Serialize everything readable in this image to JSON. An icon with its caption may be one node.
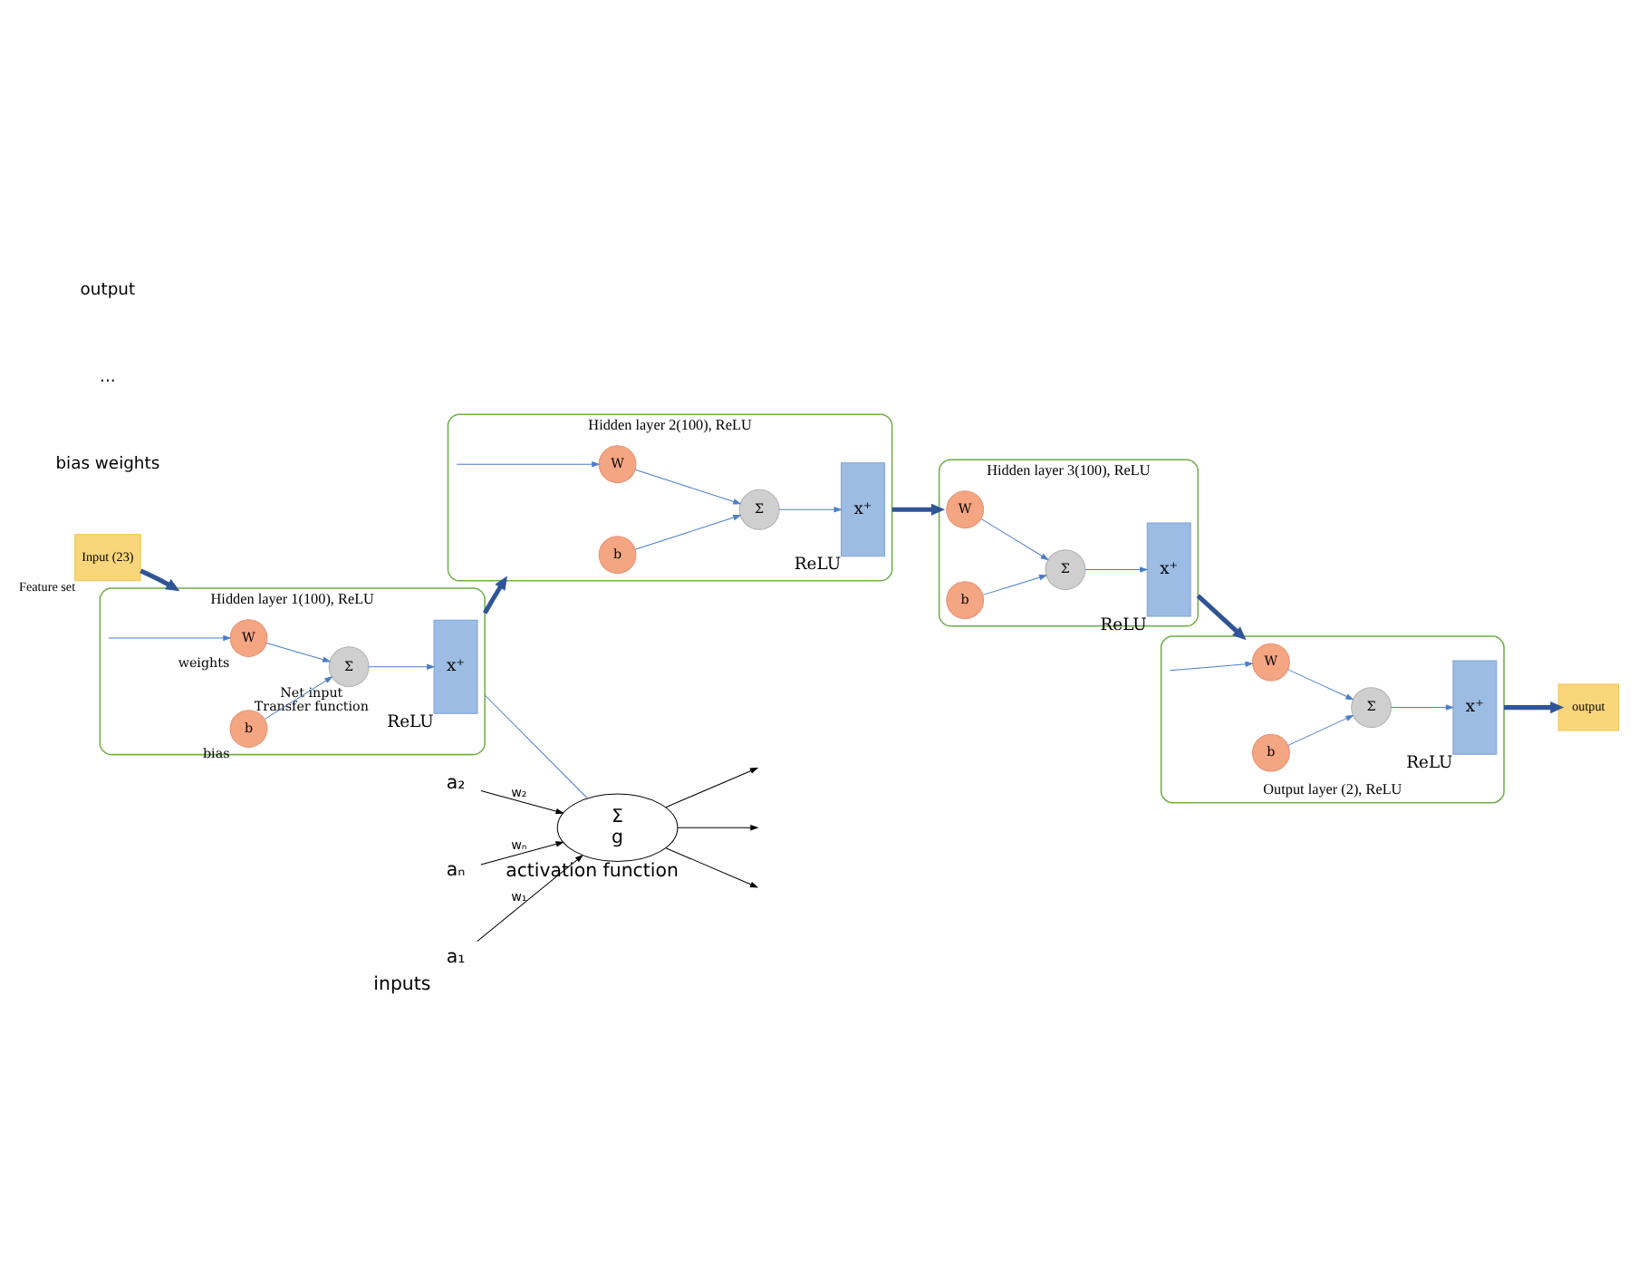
{
  "diagram": {
    "nodes": [
      {
        "text": [
          "Input (23)"
        ],
        "beside": [
          "Feature set"
        ]
      },
      {
        "text": [
          "Hidden layer 1(100), ReLU"
        ]
      },
      {
        "text": [
          "W"
        ],
        "in": 1,
        "beside": [
          "weights"
        ]
      },
      {
        "text": [
          "b"
        ],
        "in": 1,
        "beside": [
          "bias"
        ]
      },
      {
        "text": [
          "Σ"
        ],
        "in": 1,
        "beside": [
          "Net input",
          "Transfer function"
        ]
      },
      {
        "text": [
          "x⁺"
        ],
        "in": 1,
        "beside": [
          "ReLU"
        ]
      },
      {
        "text": [
          "Hidden layer 2(100), ReLU"
        ]
      },
      {
        "text": [
          "W"
        ],
        "in": 6
      },
      {
        "text": [
          "b"
        ],
        "in": 6
      },
      {
        "text": [
          "Σ"
        ],
        "in": 6
      },
      {
        "text": [
          "x⁺"
        ],
        "in": 6,
        "beside": [
          "ReLU"
        ]
      },
      {
        "text": [
          "Hidden layer 3(100), ReLU"
        ]
      },
      {
        "text": [
          "W"
        ],
        "in": 11
      },
      {
        "text": [
          "b"
        ],
        "in": 11
      },
      {
        "text": [
          "Σ"
        ],
        "in": 11
      },
      {
        "text": [
          "x⁺"
        ],
        "in": 11,
        "beside": [
          "ReLU"
        ]
      },
      {
        "text": [
          "Output layer (2), ReLU"
        ]
      },
      {
        "text": [
          "W"
        ],
        "in": 16
      },
      {
        "text": [
          "b"
        ],
        "in": 16
      },
      {
        "text": [
          "Σ"
        ],
        "in": 16
      },
      {
        "text": [
          "x⁺"
        ],
        "in": 16,
        "beside": [
          "ReLU"
        ]
      },
      {
        "text": [
          "output"
        ]
      },
      {
        "text": [
          "a₁"
        ],
        "beside": [
          "inputs"
        ]
      },
      {
        "text": [
          "a₂"
        ]
      },
      {
        "text": [
          "aₙ"
        ]
      },
      {
        "text": [
          "Σ",
          "g"
        ],
        "beside": [
          "activation function"
        ]
      }
    ],
    "edges": [
      {
        "from": 0,
        "to": 1,
        "arrow": "to",
        "style": "thick",
        "color": "#2f5597"
      },
      {
        "from": 1,
        "to": 2,
        "arrow": "to"
      },
      {
        "from": 2,
        "to": 4,
        "arrow": "to"
      },
      {
        "from": 3,
        "to": 4,
        "arrow": "to"
      },
      {
        "from": 4,
        "to": 5,
        "arrow": "to"
      },
      {
        "from": 1,
        "to": 6,
        "arrow": "to",
        "style": "thick",
        "color": "#2f5597"
      },
      {
        "from": 6,
        "to": 7,
        "arrow": "to"
      },
      {
        "from": 7,
        "to": 9,
        "arrow": "to"
      },
      {
        "from": 8,
        "to": 9,
        "arrow": "to"
      },
      {
        "from": 9,
        "to": 10,
        "arrow": "to"
      },
      {
        "from": 6,
        "to": 11,
        "arrow": "to",
        "style": "thick",
        "color": "#2f5597"
      },
      {
        "from": 12,
        "to": 14,
        "arrow": "to"
      },
      {
        "from": 13,
        "to": 14,
        "arrow": "to"
      },
      {
        "from": 14,
        "to": 15,
        "arrow": "to"
      },
      {
        "from": 11,
        "to": 16,
        "arrow": "to",
        "style": "thick",
        "color": "#2f5597"
      },
      {
        "from": 16,
        "to": 17,
        "arrow": "to"
      },
      {
        "from": 17,
        "to": 19,
        "arrow": "to"
      },
      {
        "from": 18,
        "to": 19,
        "arrow": "to"
      },
      {
        "from": 19,
        "to": 20,
        "arrow": "to"
      },
      {
        "from": 16,
        "to": 21,
        "arrow": "to",
        "style": "thick",
        "color": "#2f5597"
      },
      {
        "from": 1,
        "to": 25,
        "arrow": "none"
      },
      {
        "from": 22,
        "to": 25,
        "arrow": "to",
        "label": "w₁",
        "color": "#000000"
      },
      {
        "from": 23,
        "to": 25,
        "arrow": "to",
        "label": "w₂",
        "color": "#000000"
      },
      {
        "from": 24,
        "to": 25,
        "arrow": "to",
        "label": "wₙ",
        "color": "#000000"
      },
      {
        "from": 25,
        "to": null,
        "arrow": "to",
        "color": "#000000"
      },
      {
        "from": 25,
        "to": null,
        "arrow": "to",
        "color": "#000000"
      },
      {
        "from": 25,
        "to": null,
        "arrow": "to",
        "color": "#000000"
      }
    ],
    "labels": [
      "bias weights",
      "...",
      "output"
    ]
  }
}
